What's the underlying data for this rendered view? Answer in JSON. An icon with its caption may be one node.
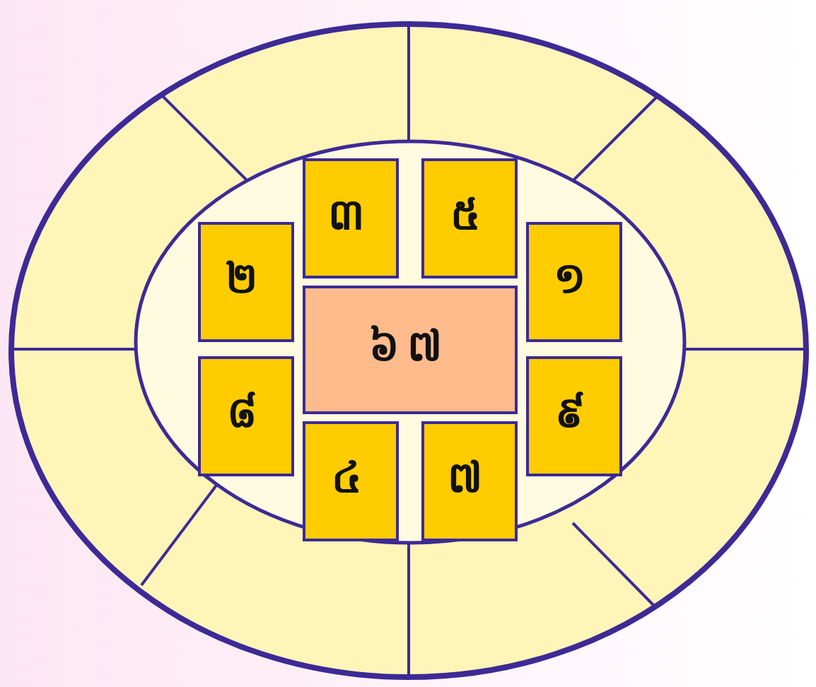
{
  "diagram": {
    "nodes": [
      {
        "text": [
          "៣"
        ]
      },
      {
        "text": [
          "៥"
        ]
      },
      {
        "text": [
          "២"
        ]
      },
      {
        "text": [
          "១"
        ]
      },
      {
        "text": [
          "៦៧"
        ]
      },
      {
        "text": [
          "៨"
        ]
      },
      {
        "text": [
          "៩"
        ]
      },
      {
        "text": [
          "៤"
        ]
      },
      {
        "text": [
          "៧"
        ]
      }
    ]
  }
}
